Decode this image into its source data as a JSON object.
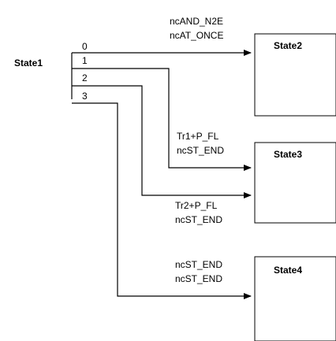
{
  "source_state": "State1",
  "branches": [
    "0",
    "1",
    "2",
    "3"
  ],
  "states": [
    {
      "name": "State2"
    },
    {
      "name": "State3"
    },
    {
      "name": "State4"
    }
  ],
  "transition_labels": {
    "to_state2": [
      "ncAND_N2E",
      "ncAT_ONCE"
    ],
    "to_state3_a": [
      "Tr1+P_FL",
      "ncST_END"
    ],
    "to_state3_b": [
      "Tr2+P_FL",
      "ncST_END"
    ],
    "to_state4": [
      "ncST_END",
      "ncST_END"
    ]
  }
}
